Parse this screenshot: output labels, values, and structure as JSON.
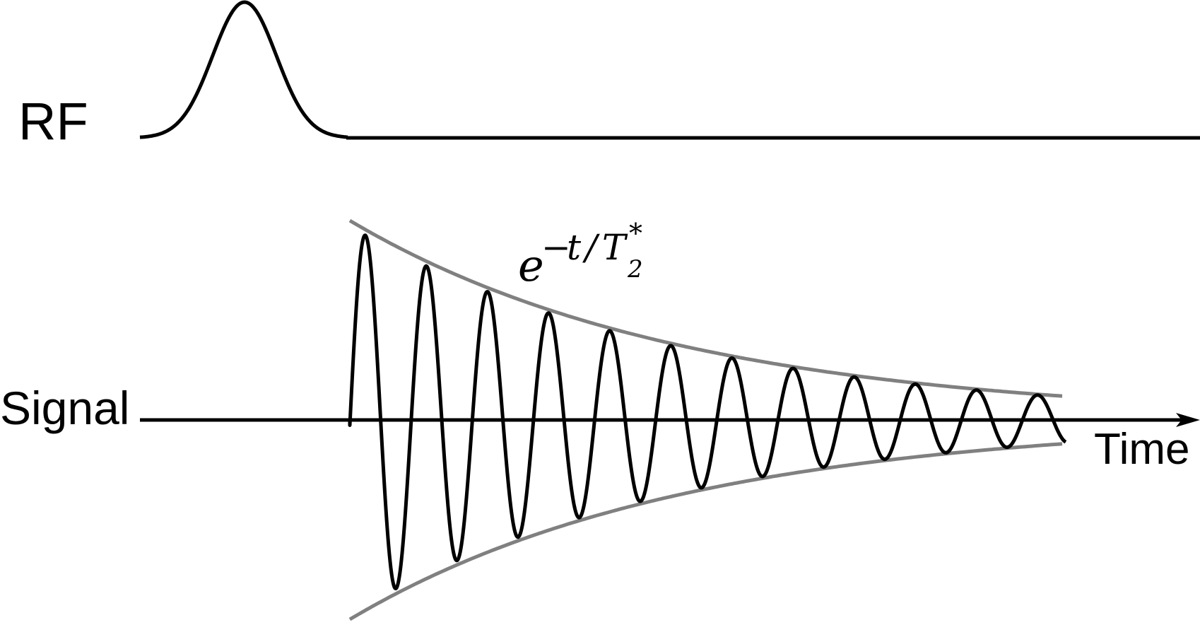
{
  "labels": {
    "rf": "RF",
    "signal": "Signal",
    "time": "Time"
  },
  "envelope_formula": {
    "base": "e",
    "exponent_sign": "−",
    "exponent_var": "t",
    "exponent_slash": "/",
    "exponent_T": "T",
    "exponent_sub": "2",
    "exponent_sup": "*"
  },
  "colors": {
    "trace": "#000000",
    "envelope": "#808080",
    "background": "#ffffff"
  }
}
